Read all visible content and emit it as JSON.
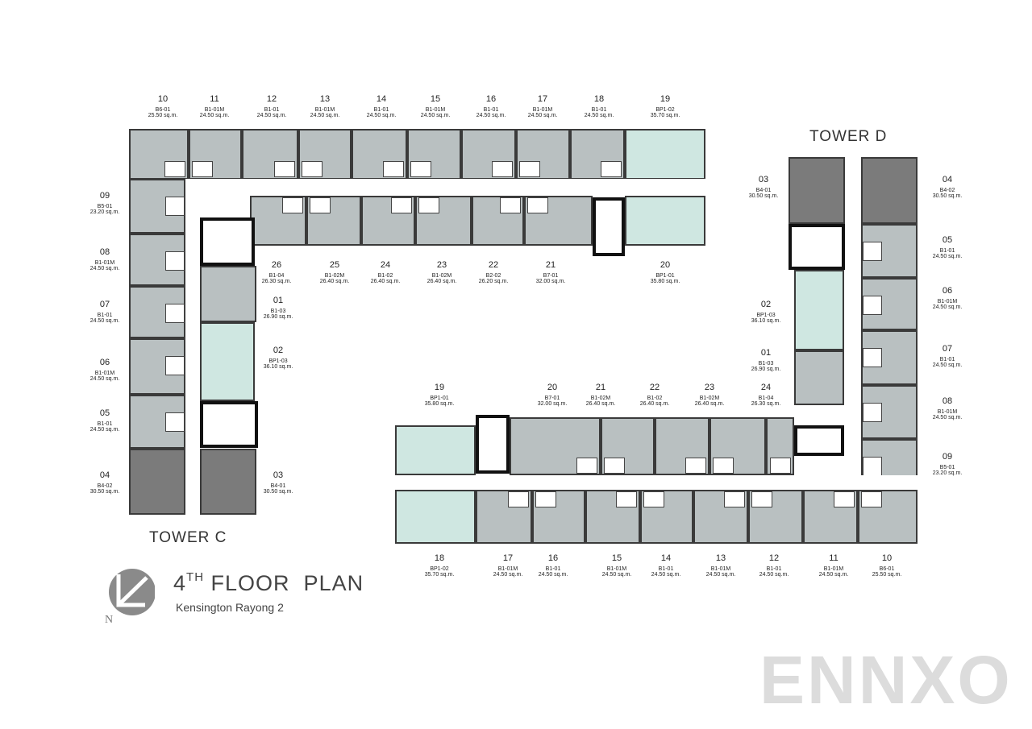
{
  "title": {
    "floor": "4",
    "suffix": "TH",
    "label": "FLOOR  PLAN",
    "project": "Kensington Rayong 2"
  },
  "watermark": "ENNXO",
  "compass": {
    "north_label": "N",
    "icon": "north-arrow-icon"
  },
  "colors": {
    "standard_unit": "#b9c0c1",
    "premium_unit": "#cfe7e1",
    "large_unit": "#7b7b7b",
    "walls": "#3a3a3a"
  },
  "tower_c": {
    "name": "TOWER  C",
    "units": [
      {
        "no": "01",
        "type": "B1-03",
        "area": "26.90 sq.m."
      },
      {
        "no": "02",
        "type": "BP1-03",
        "area": "36.10 sq.m."
      },
      {
        "no": "03",
        "type": "B4-01",
        "area": "30.50 sq.m."
      },
      {
        "no": "04",
        "type": "B4-02",
        "area": "30.50 sq.m."
      },
      {
        "no": "05",
        "type": "B1-01",
        "area": "24.50 sq.m."
      },
      {
        "no": "06",
        "type": "B1-01M",
        "area": "24.50 sq.m."
      },
      {
        "no": "07",
        "type": "B1-01",
        "area": "24.50 sq.m."
      },
      {
        "no": "08",
        "type": "B1-01M",
        "area": "24.50 sq.m."
      },
      {
        "no": "09",
        "type": "B5-01",
        "area": "23.20 sq.m."
      },
      {
        "no": "10",
        "type": "B6-01",
        "area": "25.50 sq.m."
      },
      {
        "no": "11",
        "type": "B1-01M",
        "area": "24.50 sq.m."
      },
      {
        "no": "12",
        "type": "B1-01",
        "area": "24.50 sq.m."
      },
      {
        "no": "13",
        "type": "B1-01M",
        "area": "24.50 sq.m."
      },
      {
        "no": "14",
        "type": "B1-01",
        "area": "24.50 sq.m."
      },
      {
        "no": "15",
        "type": "B1-01M",
        "area": "24.50 sq.m."
      },
      {
        "no": "16",
        "type": "B1-01",
        "area": "24.50 sq.m."
      },
      {
        "no": "17",
        "type": "B1-01M",
        "area": "24.50 sq.m."
      },
      {
        "no": "18",
        "type": "B1-01",
        "area": "24.50 sq.m."
      },
      {
        "no": "19",
        "type": "BP1-02",
        "area": "35.70 sq.m."
      },
      {
        "no": "20",
        "type": "BP1-01",
        "area": "35.80 sq.m."
      },
      {
        "no": "21",
        "type": "B7-01",
        "area": "32.00 sq.m."
      },
      {
        "no": "22",
        "type": "B2-02",
        "area": "26.20 sq.m."
      },
      {
        "no": "23",
        "type": "B1-02M",
        "area": "26.40 sq.m."
      },
      {
        "no": "24",
        "type": "B1-02",
        "area": "26.40 sq.m."
      },
      {
        "no": "25",
        "type": "B1-02M",
        "area": "26.40 sq.m."
      },
      {
        "no": "26",
        "type": "B1-04",
        "area": "26.30 sq.m."
      }
    ]
  },
  "tower_d": {
    "name": "TOWER  D",
    "units": [
      {
        "no": "01",
        "type": "B1-03",
        "area": "26.90 sq.m."
      },
      {
        "no": "02",
        "type": "BP1-03",
        "area": "36.10 sq.m."
      },
      {
        "no": "03",
        "type": "B4-01",
        "area": "30.50 sq.m."
      },
      {
        "no": "04",
        "type": "B4-02",
        "area": "30.50 sq.m."
      },
      {
        "no": "05",
        "type": "B1-01",
        "area": "24.50 sq.m."
      },
      {
        "no": "06",
        "type": "B1-01M",
        "area": "24.50 sq.m."
      },
      {
        "no": "07",
        "type": "B1-01",
        "area": "24.50 sq.m."
      },
      {
        "no": "08",
        "type": "B1-01M",
        "area": "24.50 sq.m."
      },
      {
        "no": "09",
        "type": "B5-01",
        "area": "23.20 sq.m."
      },
      {
        "no": "10",
        "type": "B6-01",
        "area": "25.50 sq.m."
      },
      {
        "no": "11",
        "type": "B1-01M",
        "area": "24.50 sq.m."
      },
      {
        "no": "12",
        "type": "B1-01",
        "area": "24.50 sq.m."
      },
      {
        "no": "13",
        "type": "B1-01M",
        "area": "24.50 sq.m."
      },
      {
        "no": "14",
        "type": "B1-01",
        "area": "24.50 sq.m."
      },
      {
        "no": "15",
        "type": "B1-01M",
        "area": "24.50 sq.m."
      },
      {
        "no": "16",
        "type": "B1-01",
        "area": "24.50 sq.m."
      },
      {
        "no": "17",
        "type": "B1-01M",
        "area": "24.50 sq.m."
      },
      {
        "no": "18",
        "type": "BP1-02",
        "area": "35.70 sq.m."
      },
      {
        "no": "19",
        "type": "BP1-01",
        "area": "35.80 sq.m."
      },
      {
        "no": "20",
        "type": "B7-01",
        "area": "32.00 sq.m."
      },
      {
        "no": "21",
        "type": "B1-02M",
        "area": "26.40 sq.m."
      },
      {
        "no": "22",
        "type": "B1-02",
        "area": "26.40 sq.m."
      },
      {
        "no": "23",
        "type": "B1-02M",
        "area": "26.40 sq.m."
      },
      {
        "no": "24",
        "type": "B1-04",
        "area": "26.30 sq.m."
      }
    ]
  }
}
